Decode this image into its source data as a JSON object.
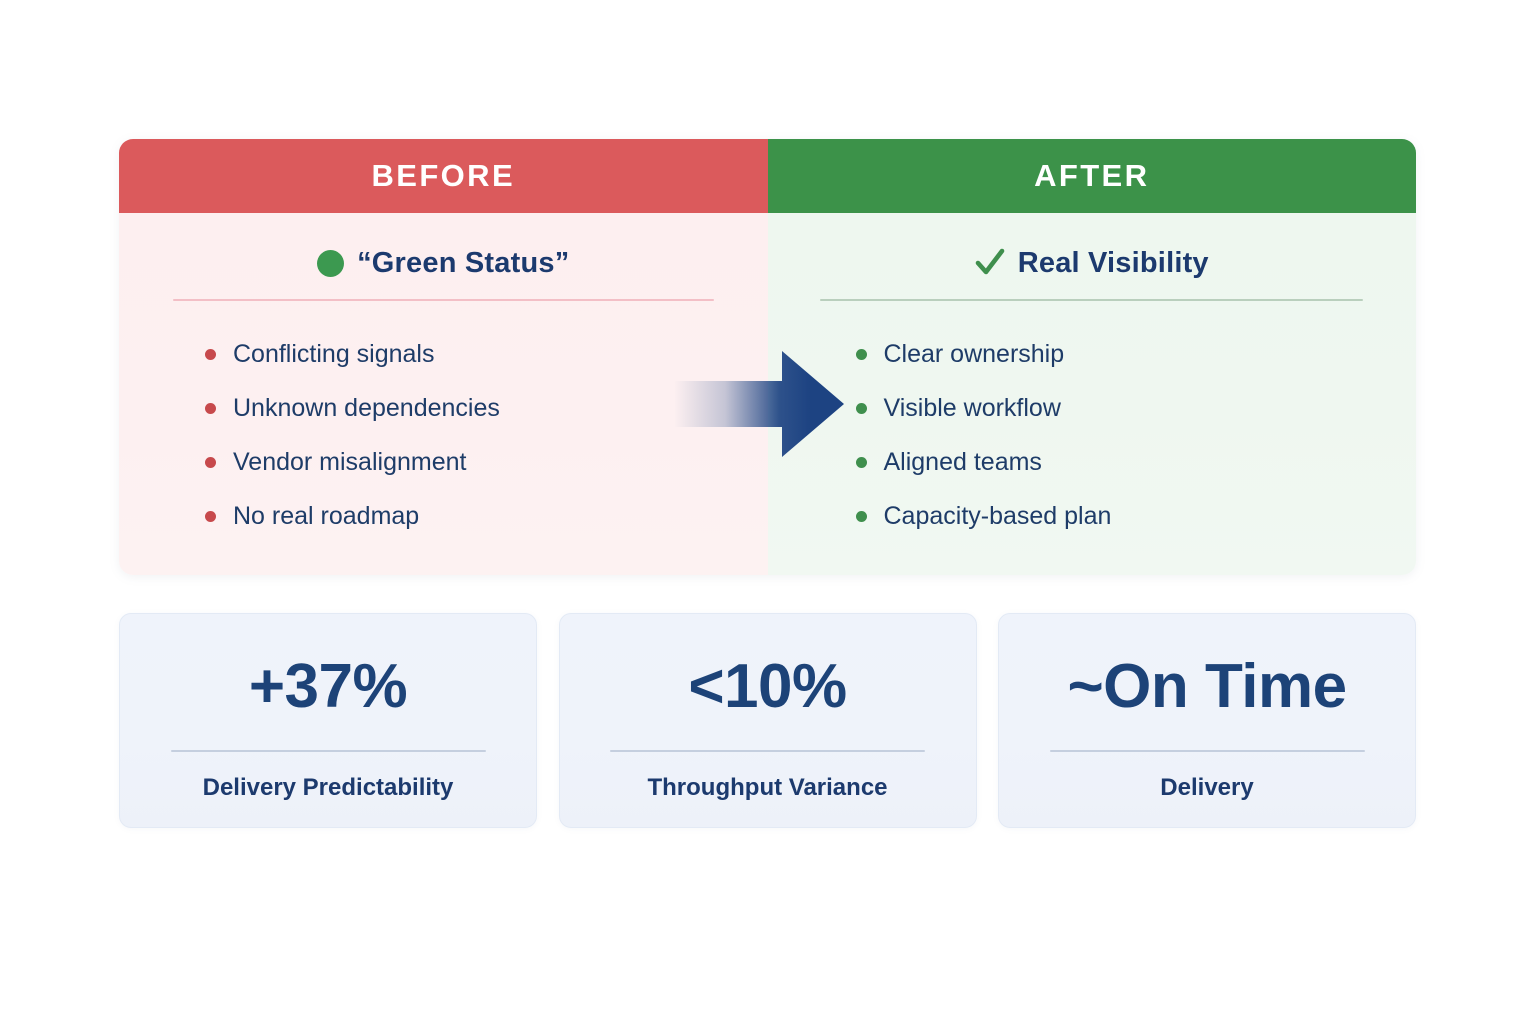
{
  "comparison": {
    "before": {
      "header": "BEFORE",
      "subtitle": "“Green Status”",
      "subtitle_icon": "green-status-dot-icon",
      "header_color": "#db5a5c",
      "panel_color": "#fdf0f1",
      "bullet_color": "#c7494c",
      "items": [
        "Conflicting signals",
        "Unknown dependencies",
        "Vendor misalignment",
        "No real roadmap"
      ]
    },
    "after": {
      "header": "AFTER",
      "subtitle": "Real Visibility",
      "subtitle_icon": "green-check-icon",
      "header_color": "#3c9249",
      "panel_color": "#eff7f0",
      "bullet_color": "#3f8f4d",
      "items": [
        "Clear ownership",
        "Visible workflow",
        "Aligned teams",
        "Capacity-based plan"
      ]
    },
    "transition_icon": "right-arrow-icon",
    "transition_color": "#1d4382"
  },
  "metrics": [
    {
      "value": "+37%",
      "label": "Delivery Predictability"
    },
    {
      "value": "<10%",
      "label": "Throughput Variance"
    },
    {
      "value": "~On Time",
      "label": "Delivery"
    }
  ],
  "theme": {
    "navy": "#1c3a6e",
    "accent_blue": "#1d4378",
    "card_bg": "#eff3fa"
  }
}
